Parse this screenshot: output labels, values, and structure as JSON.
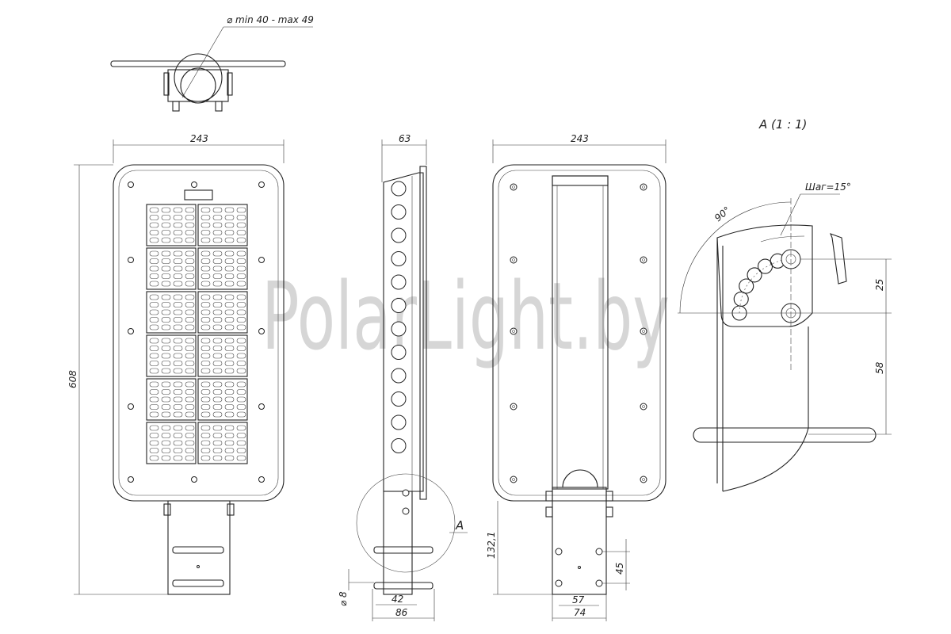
{
  "watermark": "PolarLight.by",
  "top_view": {
    "clamp_dim": "⌀ min 40 - max 49"
  },
  "front_view": {
    "width_dim": "243",
    "height_dim": "608"
  },
  "side_view": {
    "depth_dim": "63",
    "detail_callout": "A",
    "tube_dim": "⌀ 8",
    "inner_dim": "42",
    "outer_dim": "86"
  },
  "back_view": {
    "width_dim": "243",
    "bracket_height_dim": "132,1",
    "hole_vertical_dim": "45",
    "hole_horizontal_dim": "57",
    "bracket_width_dim": "74"
  },
  "detail_a": {
    "title": "A (1 : 1)",
    "step_label": "Шаг=15°",
    "angle_label": "90°",
    "dim_25": "25",
    "dim_58": "58"
  }
}
